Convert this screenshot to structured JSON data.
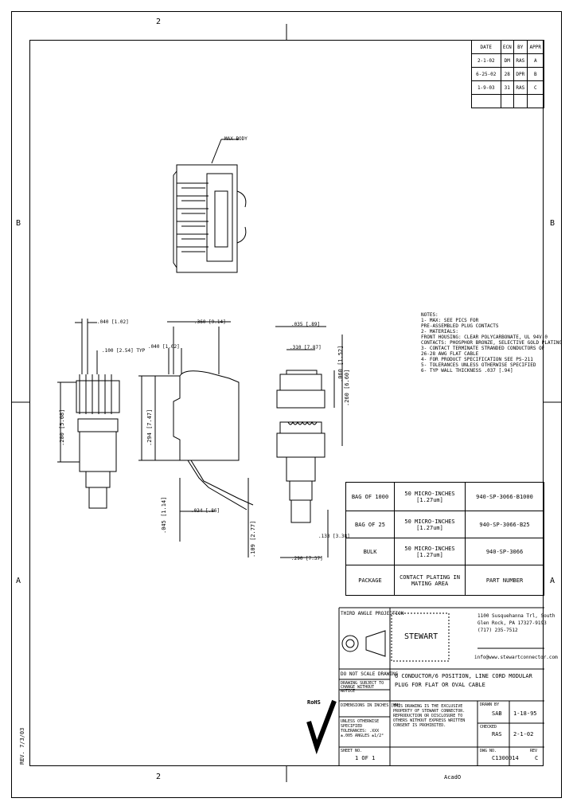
{
  "zones": {
    "top_2": "2",
    "bottom_2": "2",
    "left_b": "B",
    "right_b": "B",
    "left_a": "A",
    "right_a": "A"
  },
  "revisions": {
    "headers": [
      "DATE",
      "ECN",
      "BY",
      "APPR"
    ],
    "rows": [
      [
        "2-1-02",
        "DM",
        "RAS",
        "A"
      ],
      [
        "6-25-02",
        "28",
        "DPR",
        "B"
      ],
      [
        "1-9-03",
        "31",
        "RAS",
        "C"
      ],
      [
        "",
        "",
        "",
        ""
      ]
    ]
  },
  "top_view": {
    "label": "MAX BODY"
  },
  "dims": {
    "d1": ".040 [1.02]",
    "d2": ".100 [2.54] TYP",
    "d3": ".360 [9.14]",
    "d4": ".040 [1.02]",
    "d5": ".294 [7.47]",
    "d6": ".045 [1.14]",
    "d7": ".034 [.86]",
    "d8": ".035 [.89]",
    "d9": ".310 [7.87]",
    "d10": ".290 [7.37]",
    "d11": ".060 [1.52]",
    "d12": ".109 [2.77]",
    "d13": ".133 [3.38]",
    "d14": ".200 [5.08]",
    "d15": ".260 [6.60]"
  },
  "notes": {
    "title": "NOTES:",
    "lines": [
      "1- MAX: SEE PICS FOR",
      "   PRE-ASSEMBLED PLUG CONTACTS",
      "2- MATERIALS:",
      "   FRONT HOUSING: CLEAR POLYCARBONATE, UL 94V-0",
      "   CONTACTS: PHOSPHOR BRONZE, SELECTIVE GOLD PLATING",
      "3- CONTACT TERMINATE STRANDED CONDUCTORS OF",
      "   26-28 AWG FLAT CABLE",
      "4- FOR PRODUCT SPECIFICATION SEE PS-211",
      "5- TOLERANCES UNLESS OTHERWISE SPECIFIED",
      "6- TYP WALL THICKNESS .037 [.94]"
    ]
  },
  "part_numbers": {
    "rows": [
      {
        "pkg": "BAG OF 1000",
        "plating": "50 MICRO-INCHES [1.27um]",
        "part": "940-SP-3066-B1000"
      },
      {
        "pkg": "BAG OF 25",
        "plating": "50 MICRO-INCHES [1.27um]",
        "part": "940-SP-3066-B25"
      },
      {
        "pkg": "BULK",
        "plating": "50 MICRO-INCHES [1.27um]",
        "part": "940-SP-3066"
      }
    ],
    "headers": {
      "pkg": "PACKAGE",
      "plating": "CONTACT PLATING IN MATING AREA",
      "part": "PART NUMBER"
    }
  },
  "title_block": {
    "third_angle": "THIRD ANGLE PROJECTION",
    "company_lines": [
      "1100 Susquehanna Trl, South",
      "Glen Rock, PA 17327-9193",
      "(717) 235-7512"
    ],
    "company_web": "info@www.stewartconnector.com",
    "company_tag": "STEWART",
    "scale_note": "DO NOT SCALE DRAWING",
    "change_note": "DRAWING SUBJECT TO CHANGE WITHOUT NOTICE",
    "dims_note": "DIMENSIONS IN INCHES [MM]",
    "title": "6 CONDUCTOR/6 POSITION, LINE CORD MODULAR",
    "title2": "PLUG FOR FLAT OR OVAL CABLE",
    "tolerance_note": "UNLESS OTHERWISE SPECIFIED TOLERANCES: .XXX ±.005 ANGLES ±1/2°",
    "proprietary": "THIS DRAWING IS THE EXCLUSIVE PROPERTY OF STEWART CONNECTOR. REPRODUCTION OR DISCLOSURE TO OTHERS WITHOUT EXPRESS WRITTEN CONSENT IS PROHIBITED.",
    "drawn_by_label": "DRAWN BY",
    "drawn_by": "SAB",
    "drawn_date": "1-18-95",
    "checked_label": "CHECKED",
    "checked_by": "RAS",
    "checked_date": "2-1-02",
    "sheet_label": "SHEET NO.",
    "sheet": "1 OF 1",
    "dwg_label": "DWG NO.",
    "dwg": "C1300014",
    "rev_label": "REV",
    "rev": "C",
    "rohs": "RoHS",
    "acad": "AcadO"
  },
  "side_rev": "REV. 7/3/03"
}
